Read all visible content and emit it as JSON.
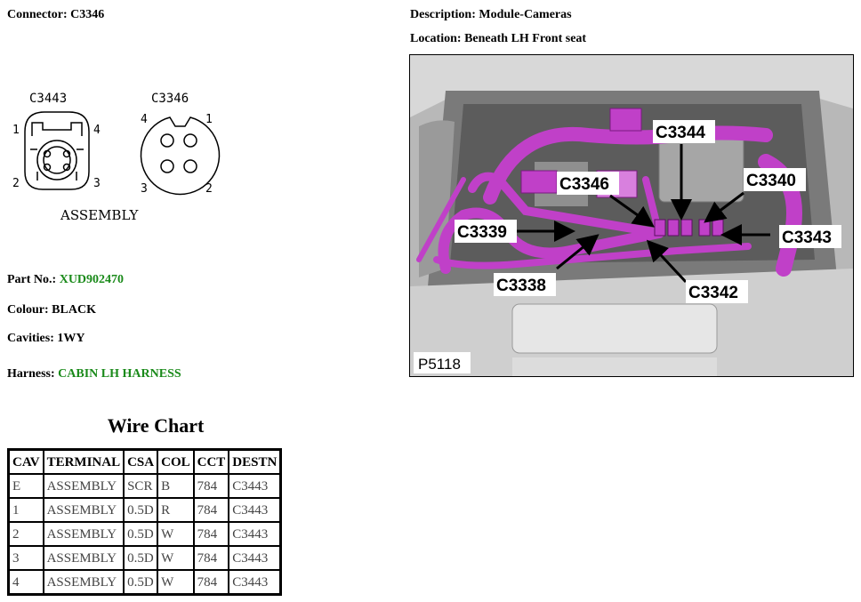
{
  "header": {
    "connector_label": "Connector:",
    "connector_value": "C3346",
    "description_label": "Description:",
    "description_value": "Module-Cameras",
    "location_label": "Location:",
    "location_value": "Beneath LH Front seat"
  },
  "diagram": {
    "left_connector_name": "C3443",
    "right_connector_name": "C3346",
    "caption": "ASSEMBLY",
    "left_pins": [
      "1",
      "4",
      "2",
      "3"
    ],
    "right_pins": [
      "4",
      "1",
      "3",
      "2"
    ]
  },
  "details": {
    "part_label": "Part No.:",
    "part_value": "XUD902470",
    "colour_label": "Colour:",
    "colour_value": "BLACK",
    "cavities_label": "Cavities:",
    "cavities_value": "1WY",
    "harness_label": "Harness:",
    "harness_value": "CABIN LH HARNESS"
  },
  "photo": {
    "figure_id": "P5118",
    "callouts": [
      "C3344",
      "C3346",
      "C3340",
      "C3339",
      "C3343",
      "C3338",
      "C3342"
    ]
  },
  "wire_chart": {
    "title": "Wire Chart",
    "headers": [
      "CAV",
      "TERMINAL",
      "CSA",
      "COL",
      "CCT",
      "DESTN"
    ],
    "rows": [
      [
        "E",
        "ASSEMBLY",
        "SCR",
        "B",
        "784",
        "C3443"
      ],
      [
        "1",
        "ASSEMBLY",
        "0.5D",
        "R",
        "784",
        "C3443"
      ],
      [
        "2",
        "ASSEMBLY",
        "0.5D",
        "W",
        "784",
        "C3443"
      ],
      [
        "3",
        "ASSEMBLY",
        "0.5D",
        "W",
        "784",
        "C3443"
      ],
      [
        "4",
        "ASSEMBLY",
        "0.5D",
        "W",
        "784",
        "C3443"
      ]
    ]
  },
  "colors": {
    "link_green": "#1a8a1a",
    "harness_magenta": "#c040c8"
  }
}
